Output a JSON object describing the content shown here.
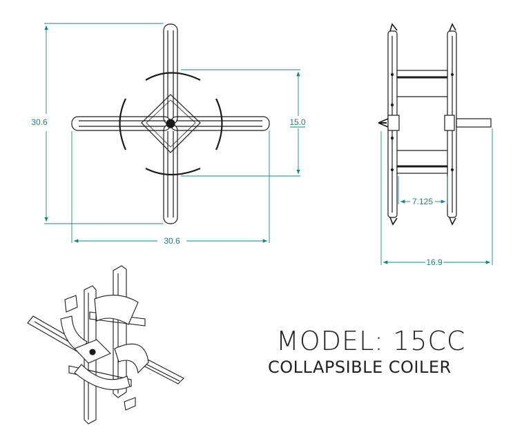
{
  "front_view": {
    "height_dim": "30.6",
    "width_dim": "30.6",
    "inner_dim": "15.0"
  },
  "side_view": {
    "depth_dim": "7.125",
    "overall_dim": "16.9"
  },
  "title": {
    "model": "MODEL: 15CC",
    "description": "COLLAPSIBLE COILER"
  },
  "colors": {
    "dimension": "#1e7f7f",
    "line": "#1a1a1a"
  }
}
